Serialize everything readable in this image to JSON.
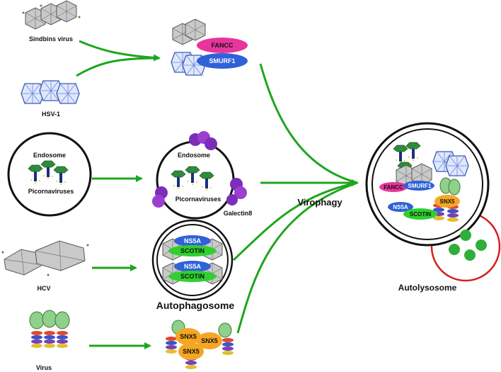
{
  "labels": {
    "sindbis": "Sindbins virus",
    "hsv": "HSV-1",
    "endosome_left": "Endosome",
    "picorna_left": "Picornaviruses",
    "endosome_mid": "Endosome",
    "picorna_mid": "Picornaviruses",
    "galectin": "Galectin8",
    "hcv": "HCV",
    "virus": "Virus",
    "autophagosome": "Autophagosome",
    "virophagy": "Virophagy",
    "autolysosome": "Autolysosome"
  },
  "proteins": {
    "fancc": "FANCC",
    "smurf1": "SMURF1",
    "ns5a": "NS5A",
    "scotin": "SCOTIN",
    "snx5": "SNX5"
  },
  "colors": {
    "arrow": "#1fa51f",
    "fancc": "#e8359c",
    "smurf1": "#2f62d8",
    "ns5a": "#2f62d8",
    "scotin": "#2fd02f",
    "snx5": "#f5a623",
    "galectin": "#7b2fb8",
    "lysosome_border": "#d42020",
    "capsid": "#a8a8a8"
  }
}
